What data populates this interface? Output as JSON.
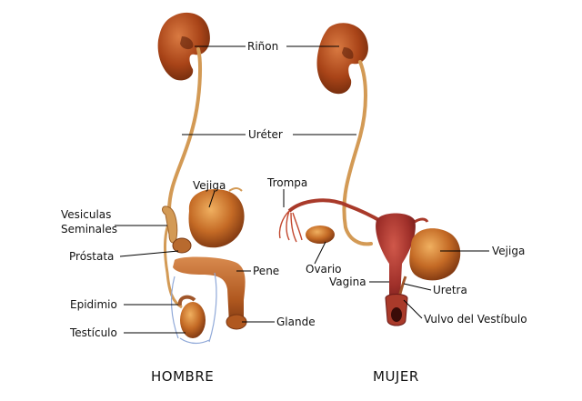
{
  "labels": {
    "rinon": "Riñon",
    "ureter": "Uréter",
    "vejiga_h": "Vejiga",
    "vesiculas_1": "Vesiculas",
    "vesiculas_2": "Seminales",
    "prostata": "Próstata",
    "pene": "Pene",
    "epidimio": "Epidimio",
    "testiculo": "Testículo",
    "glande": "Glande",
    "trompa": "Trompa",
    "ovario": "Ovario",
    "vagina": "Vagina",
    "vejiga_m": "Vejiga",
    "uretra": "Uretra",
    "vulvo": "Vulvo del Vestíbulo"
  },
  "captions": {
    "male": "HOMBRE",
    "female": "MUJER"
  },
  "colors": {
    "organ": "#b5521f",
    "organ_dark": "#7a2c0f",
    "organ_light": "#e08a4a",
    "tube": "#d39a55",
    "uterus": "#a93a2a",
    "vein": "#8fa8d8"
  }
}
